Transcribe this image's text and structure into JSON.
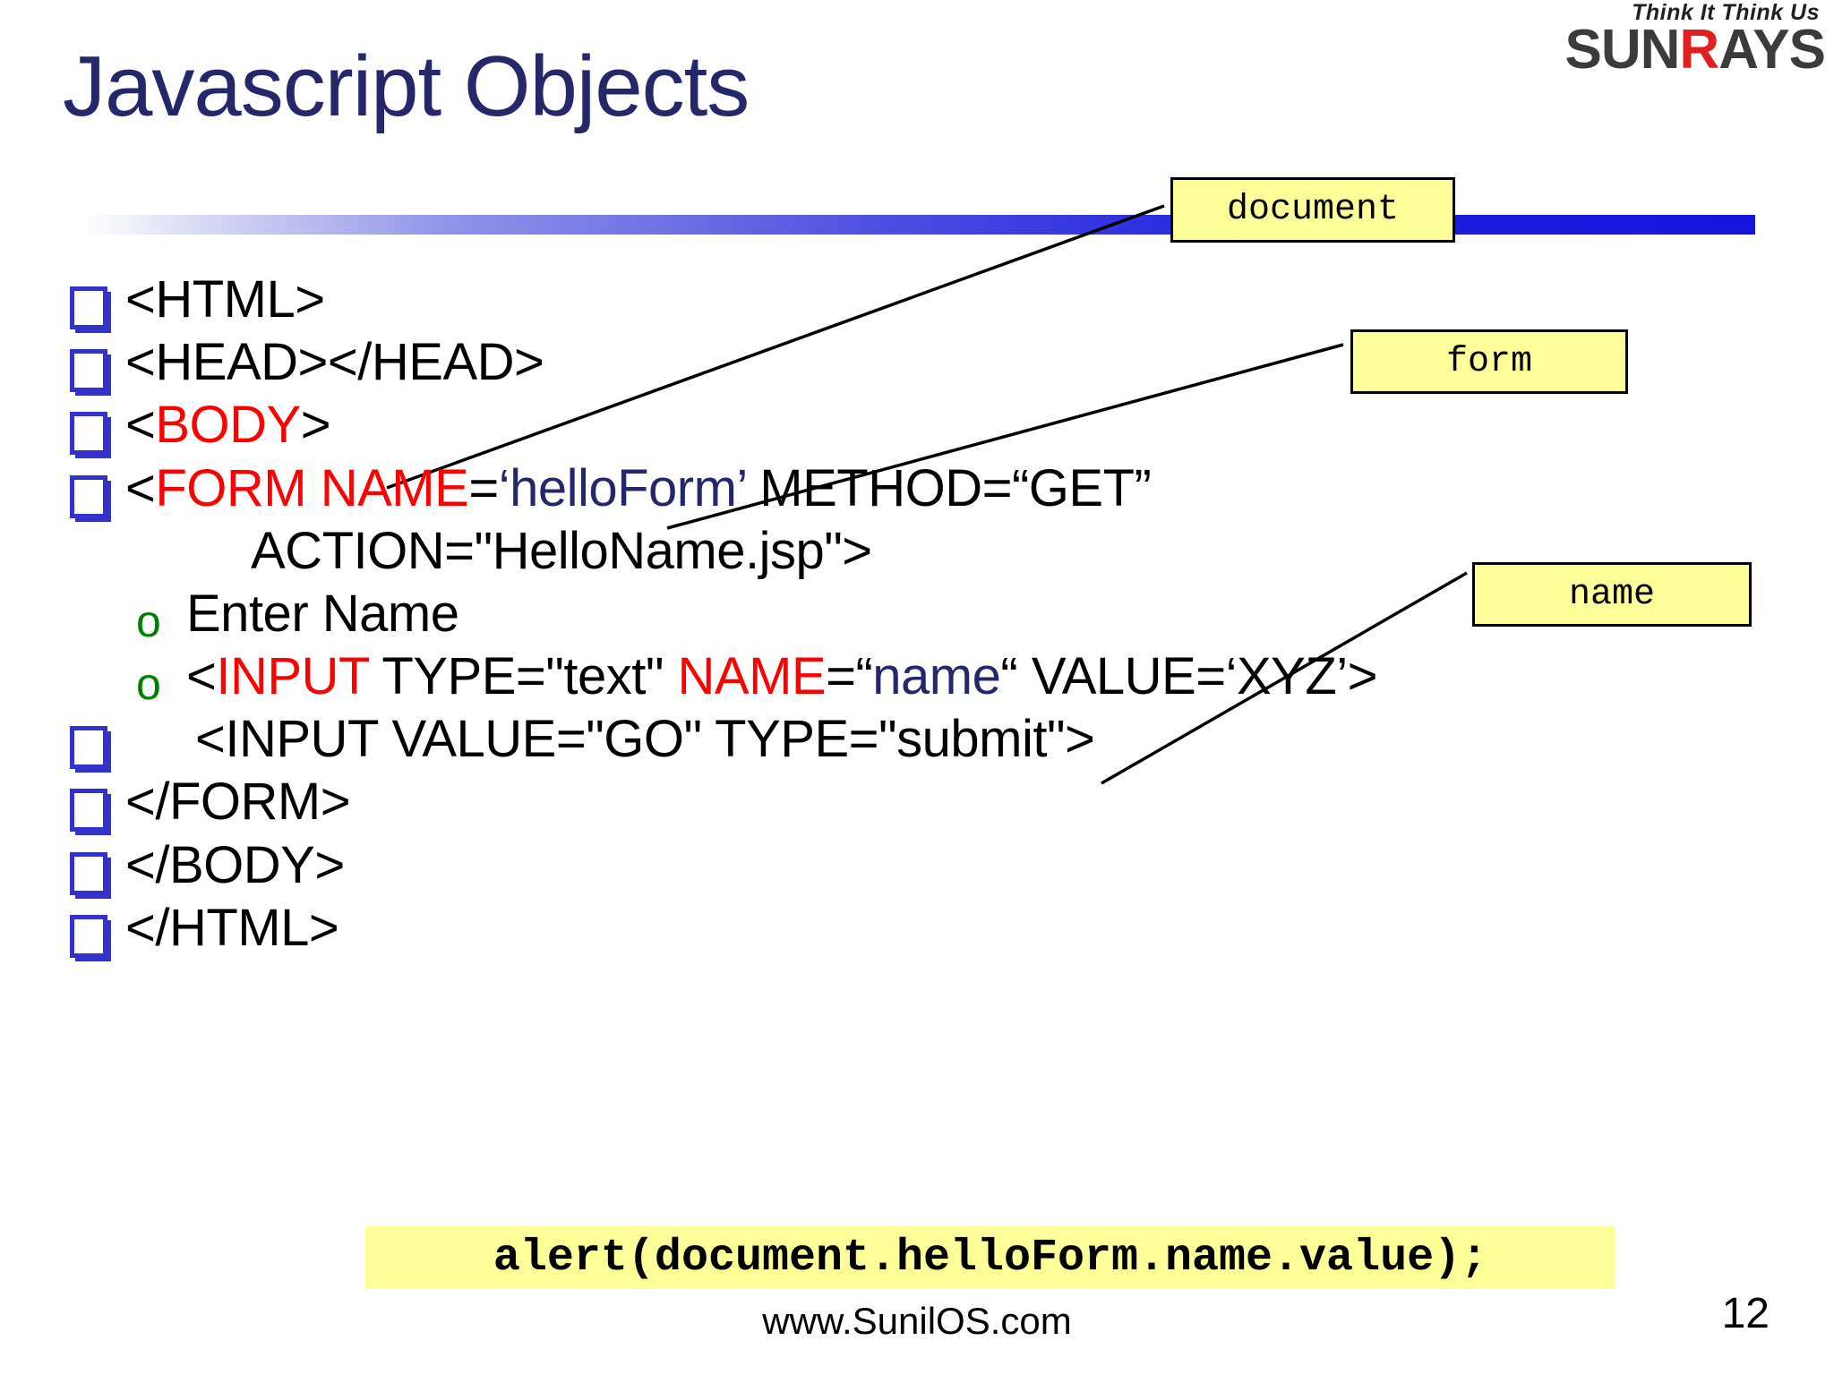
{
  "brand": {
    "logo_tagline": "Think It Think Us",
    "logo_part1": "SUN",
    "logo_accent": "R",
    "logo_part2": "AYS",
    "accent_color": "#e02020",
    "logo_color": "#3b3b3b"
  },
  "slide": {
    "title": "Javascript Objects",
    "title_color": "#25276b",
    "divider_color": "#2222e0",
    "number": "12",
    "footer_url": "www.SunilOS.com"
  },
  "code_listing": [
    {
      "bullet": "square",
      "level": 1,
      "segments": [
        {
          "text": "<HTML>",
          "color": "black"
        }
      ]
    },
    {
      "bullet": "square",
      "level": 1,
      "segments": [
        {
          "text": "<HEAD></HEAD>",
          "color": "black"
        }
      ]
    },
    {
      "bullet": "square",
      "level": 1,
      "segments": [
        {
          "text": "<",
          "color": "black"
        },
        {
          "text": "BODY",
          "color": "red"
        },
        {
          "text": ">",
          "color": "black"
        }
      ]
    },
    {
      "bullet": "square",
      "level": 1,
      "segments": [
        {
          "text": "<",
          "color": "black"
        },
        {
          "text": "FORM NAME",
          "color": "red"
        },
        {
          "text": "=",
          "color": "black"
        },
        {
          "text": "‘helloForm’",
          "color": "navy"
        },
        {
          "text": " METHOD=“GET”",
          "color": "black"
        }
      ],
      "continuation": "ACTION=\"HelloName.jsp\">"
    },
    {
      "bullet": "circle",
      "level": 2,
      "segments": [
        {
          "text": "Enter Name",
          "color": "black"
        }
      ]
    },
    {
      "bullet": "circle",
      "level": 2,
      "segments": [
        {
          "text": "<",
          "color": "black"
        },
        {
          "text": "INPUT",
          "color": "red"
        },
        {
          "text": " TYPE=\"text\" ",
          "color": "black"
        },
        {
          "text": "NAME",
          "color": "red"
        },
        {
          "text": "=“",
          "color": "black"
        },
        {
          "text": "name",
          "color": "navy"
        },
        {
          "text": "“ VALUE=‘XYZ’>",
          "color": "black"
        }
      ]
    },
    {
      "bullet": "square",
      "level": 1,
      "indent_extra": true,
      "segments": [
        {
          "text": "<INPUT VALUE=\"GO\" TYPE=\"submit\">",
          "color": "black"
        }
      ]
    },
    {
      "bullet": "square",
      "level": 1,
      "segments": [
        {
          "text": "</FORM>",
          "color": "black"
        }
      ]
    },
    {
      "bullet": "square",
      "level": 1,
      "segments": [
        {
          "text": "</BODY>",
          "color": "black"
        }
      ]
    },
    {
      "bullet": "square",
      "level": 1,
      "segments": [
        {
          "text": "</HTML>",
          "color": "black"
        }
      ]
    }
  ],
  "callouts": [
    {
      "id": "document",
      "label": "document",
      "fill": "#ffff99",
      "border": "#000000"
    },
    {
      "id": "form",
      "label": "form",
      "fill": "#ffff99",
      "border": "#000000"
    },
    {
      "id": "name",
      "label": "name",
      "fill": "#ffff99",
      "border": "#000000"
    }
  ],
  "code_strip": {
    "text": "alert(document.helloForm.name.value);",
    "fill": "#ffff99"
  }
}
